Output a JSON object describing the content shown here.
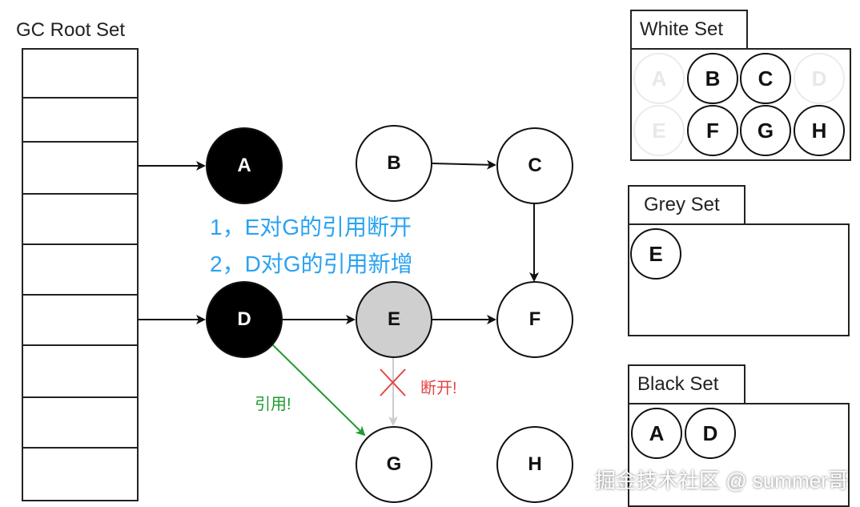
{
  "root_set": {
    "title": "GC Root Set",
    "cell_count": 9
  },
  "nodes": {
    "A": "A",
    "B": "B",
    "C": "C",
    "D": "D",
    "E": "E",
    "F": "F",
    "G": "G",
    "H": "H"
  },
  "notes": {
    "line1": "1，E对G的引用断开",
    "line2": "2，D对G的引用新增"
  },
  "edge_labels": {
    "new_ref": "引用!",
    "broken": "断开!"
  },
  "white_set": {
    "title": "White Set",
    "items": [
      "A",
      "B",
      "C",
      "D",
      "E",
      "F",
      "G",
      "H"
    ]
  },
  "grey_set": {
    "title": "Grey Set",
    "items": [
      "E"
    ]
  },
  "black_set": {
    "title": "Black Set",
    "items": [
      "A",
      "D"
    ]
  },
  "watermark": "掘金技术社区 @ summer哥",
  "colors": {
    "note": "#2aa3f1",
    "green": "#1f9a2e",
    "red": "#e34545",
    "grey_node": "#cfcfcf"
  }
}
